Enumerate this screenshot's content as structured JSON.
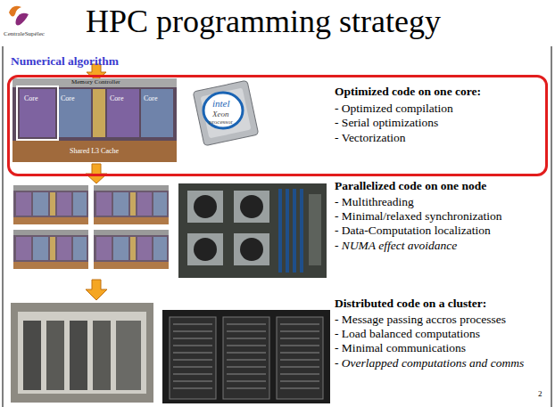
{
  "diagram": {
    "title": "HPC programming strategy",
    "nodes": [
      {
        "text": [
          "Optimized code on one core:",
          "- Optimized compilation",
          "- Serial optimizations",
          "- Vectorization"
        ]
      }
    ],
    "labels": [
      "CentraleSupélec",
      "Numerical algorithm",
      "Memory Controller",
      "Core",
      "Core",
      "Core",
      "Core",
      "Shared L3 Cache",
      "intel",
      "Xeon",
      "processor",
      "Parallelized code on one node",
      "- Multithreading",
      "- Minimal/relaxed synchronization",
      "- Data-Computation localization",
      "- NUMA effect avoidance",
      "Distributed code on a cluster:",
      "- Message passing accros processes",
      "- Load balanced computations",
      "- Minimal communications",
      "- Overlapped computations and comms",
      "2"
    ]
  }
}
